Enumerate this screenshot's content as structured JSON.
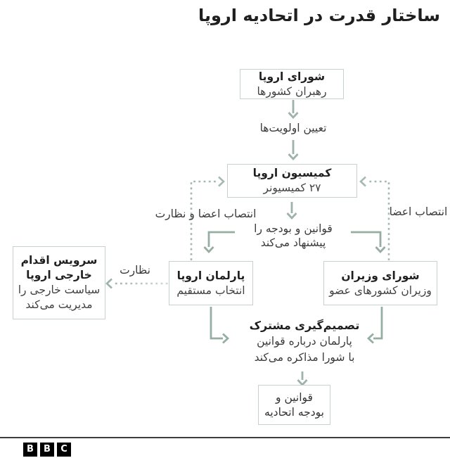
{
  "title": "ساختار قدرت در اتحادیه اروپا",
  "colors": {
    "solid_arrow": "#9db3a9",
    "dashed_arrow": "#a5b9af",
    "faded_dash_end": "#d6e1db",
    "box_border": "#c6d2cb",
    "title_text": "#1f1f1f",
    "body_text": "#414141",
    "footer_rule": "#3d3d3d",
    "bbc_block_bg": "#000000",
    "bbc_block_text": "#ffffff"
  },
  "nodes": {
    "european_council": {
      "title": "شورای اروپا",
      "subtitle": "رهبران کشورها"
    },
    "commission": {
      "title": "کمیسیون اروپا",
      "subtitle": "۲۷ کمیسیونر"
    },
    "parliament": {
      "title": "پارلمان اروپا",
      "subtitle": "انتخاب مستقیم"
    },
    "council_of_ministers": {
      "title": "شورای وزیران",
      "subtitle": "وزیران کشورهای عضو"
    },
    "eeas": {
      "title_line1": "سرویس اقدام",
      "title_line2": "خارجی اروپا",
      "subtitle_line1": "سیاست خارجی را",
      "subtitle_line2": "مدیریت می‌کند"
    },
    "codecision": {
      "title": "تصمیم‌گیری مشترک",
      "subtitle_line1": "پارلمان درباره قوانین",
      "subtitle_line2": "با شورا مذاکره می‌کند"
    },
    "laws_budget": {
      "line1": "قوانین و",
      "line2": "بودجه اتحادیه"
    }
  },
  "edge_labels": {
    "set_priorities": "تعیین اولویت‌ها",
    "appoint_members_oversight": "انتصاب اعضا و نظارت",
    "appoint_members": "انتصاب اعضا",
    "proposes_line1": "قوانین و بودجه را",
    "proposes_line2": "پیشنهاد می‌کند",
    "oversight": "نظارت"
  },
  "footer": {
    "logo_letters": [
      "B",
      "B",
      "C"
    ]
  }
}
